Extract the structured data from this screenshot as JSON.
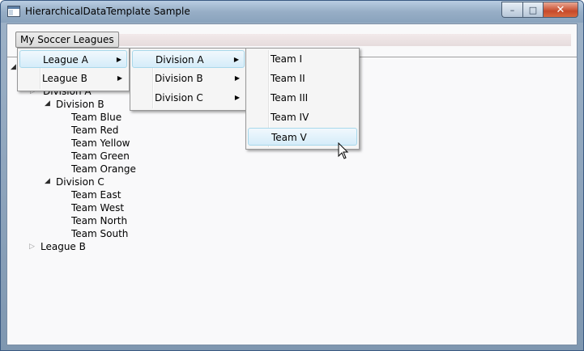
{
  "window": {
    "title": "HierarchicalDataTemplate Sample"
  },
  "menubar": {
    "root_label": "My Soccer Leagues"
  },
  "menus": {
    "leagues": [
      {
        "label": "League A",
        "highlighted": true
      },
      {
        "label": "League B",
        "highlighted": false
      }
    ],
    "divisions": [
      {
        "label": "Division A",
        "highlighted": true
      },
      {
        "label": "Division B",
        "highlighted": false
      },
      {
        "label": "Division C",
        "highlighted": false
      }
    ],
    "teams": [
      {
        "label": "Team I",
        "highlighted": false
      },
      {
        "label": "Team II",
        "highlighted": false
      },
      {
        "label": "Team III",
        "highlighted": false
      },
      {
        "label": "Team IV",
        "highlighted": false
      },
      {
        "label": "Team V",
        "highlighted": true
      }
    ]
  },
  "tree": {
    "division_a": "Division A",
    "division_b": "Division B",
    "division_b_teams": [
      "Team Blue",
      "Team Red",
      "Team Yellow",
      "Team Green",
      "Team Orange"
    ],
    "division_c": "Division C",
    "division_c_teams": [
      "Team East",
      "Team West",
      "Team North",
      "Team South"
    ],
    "league_b": "League B"
  }
}
